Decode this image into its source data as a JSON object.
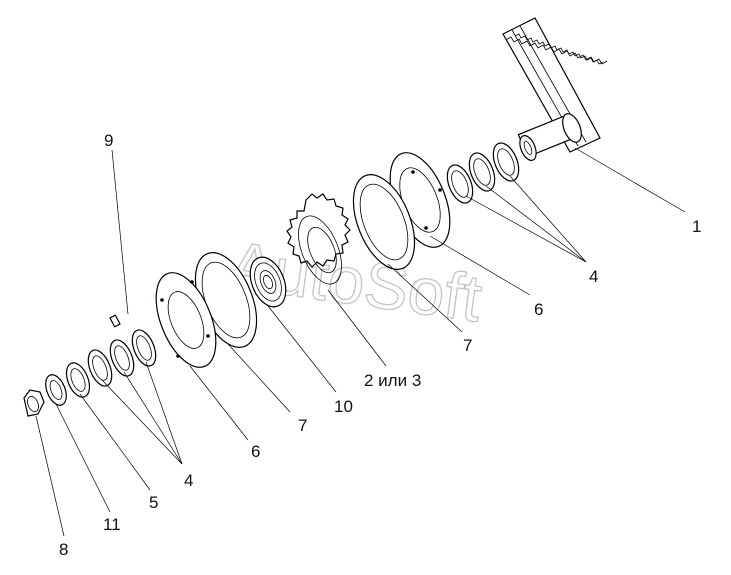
{
  "diagram": {
    "labels": {
      "p1": "1",
      "p23": "2 или 3",
      "p4a": "4",
      "p4b": "4",
      "p5": "5",
      "p6a": "6",
      "p6b": "6",
      "p7a": "7",
      "p7b": "7",
      "p8": "8",
      "p9": "9",
      "p10": "10",
      "p11": "11"
    },
    "watermark": "AutoSoft"
  }
}
